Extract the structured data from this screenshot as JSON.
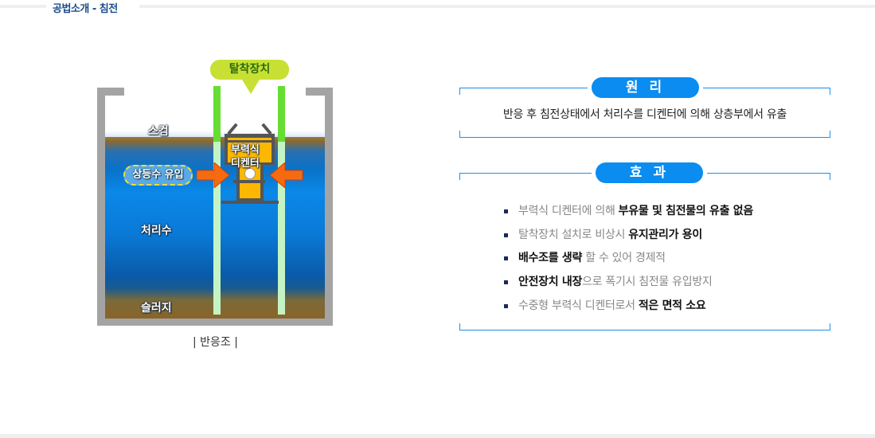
{
  "header": {
    "title": "공법소개 - 침전"
  },
  "diagram": {
    "detach_label": "탈착장치",
    "scum": "스컴",
    "inflow": "상등수 유입",
    "treated": "처리수",
    "sludge": "슬러지",
    "decanter": [
      "부력식",
      "디켄터"
    ],
    "caption": "| 반응조 |"
  },
  "principle": {
    "title": "원 리",
    "text": "반응 후 침전상태에서 처리수를 디켄터에 의해 상층부에서 유출"
  },
  "effects": {
    "title": "효 과",
    "items": [
      [
        {
          "t": "부력식 디켄터에 의해 ",
          "b": false
        },
        {
          "t": "부유물 및 침전물의 유출 없음",
          "b": true
        }
      ],
      [
        {
          "t": "탈착장치 설치로 비상시 ",
          "b": false
        },
        {
          "t": "유지관리가 용이",
          "b": true
        }
      ],
      [
        {
          "t": "배수조를 생략",
          "b": true
        },
        {
          "t": " 할 수 있어 경제적",
          "b": false
        }
      ],
      [
        {
          "t": "안전장치 내장",
          "b": true
        },
        {
          "t": "으로 폭기시 침전물 유입방지",
          "b": false
        }
      ],
      [
        {
          "t": "수중형 부력식 디켄터로서 ",
          "b": false
        },
        {
          "t": "적은 면적 소요",
          "b": true
        }
      ]
    ]
  },
  "colors": {
    "accent": "#0a8cf0",
    "title": "#1b4d8c",
    "detach": "#c8e034"
  }
}
